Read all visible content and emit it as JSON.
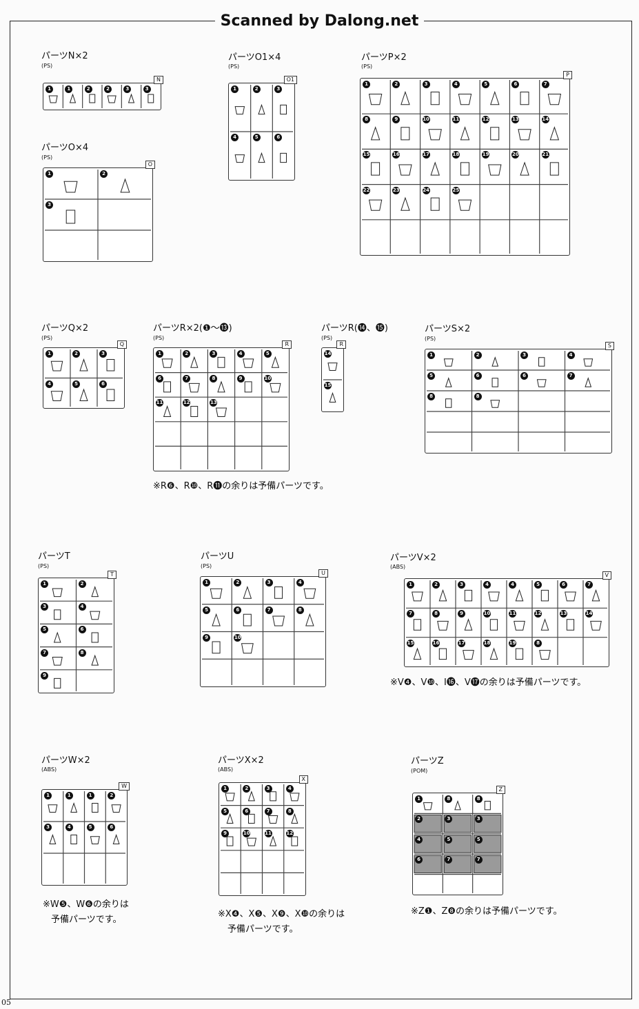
{
  "watermark": "Scanned by Dalong.net",
  "page_number": "05",
  "runners": [
    {
      "id": "N",
      "label": "パーツN×2",
      "material": "(PS)",
      "tag": "N",
      "parts": [
        "1",
        "1",
        "2",
        "2",
        "3",
        "3"
      ]
    },
    {
      "id": "O1",
      "label": "パーツO1×4",
      "material": "(PS)",
      "tag": "O1",
      "parts": [
        "1",
        "2",
        "3",
        "4",
        "5",
        "6"
      ]
    },
    {
      "id": "P",
      "label": "パーツP×2",
      "material": "(PS)",
      "tag": "P",
      "parts": [
        "1",
        "2",
        "3",
        "4",
        "5",
        "6",
        "7",
        "8",
        "9",
        "10",
        "11",
        "12",
        "13",
        "14",
        "15",
        "16",
        "17",
        "18",
        "19",
        "20",
        "21",
        "22",
        "23",
        "24",
        "25"
      ]
    },
    {
      "id": "O",
      "label": "パーツO×4",
      "material": "(PS)",
      "tag": "O",
      "parts": [
        "1",
        "2",
        "3"
      ]
    },
    {
      "id": "Q",
      "label": "パーツQ×2",
      "material": "(PS)",
      "tag": "Q",
      "parts": [
        "1",
        "2",
        "3",
        "4",
        "5",
        "6"
      ]
    },
    {
      "id": "R1",
      "label": "パーツR×2(❶～⓭)",
      "material": "(PS)",
      "tag": "R",
      "parts": [
        "1",
        "2",
        "3",
        "4",
        "5",
        "6",
        "7",
        "8",
        "9",
        "10",
        "11",
        "12",
        "13"
      ]
    },
    {
      "id": "R2",
      "label": "パーツR(⓮、⓯)",
      "material": "(PS)",
      "tag": "R",
      "parts": [
        "14",
        "15"
      ]
    },
    {
      "id": "S",
      "label": "パーツS×2",
      "material": "(PS)",
      "tag": "S",
      "parts": [
        "1",
        "2",
        "3",
        "4",
        "5",
        "6",
        "6",
        "7",
        "8",
        "8"
      ]
    },
    {
      "id": "T",
      "label": "パーツT",
      "material": "(PS)",
      "tag": "T",
      "parts": [
        "1",
        "2",
        "3",
        "4",
        "5",
        "6",
        "7",
        "8",
        "9"
      ]
    },
    {
      "id": "U",
      "label": "パーツU",
      "material": "(PS)",
      "tag": "U",
      "parts": [
        "1",
        "2",
        "3",
        "4",
        "5",
        "6",
        "7",
        "8",
        "9",
        "10"
      ]
    },
    {
      "id": "V",
      "label": "パーツV×2",
      "material": "(ABS)",
      "tag": "V",
      "parts": [
        "1",
        "2",
        "3",
        "4",
        "4",
        "5",
        "6",
        "7",
        "7",
        "8",
        "9",
        "10",
        "11",
        "12",
        "13",
        "14",
        "15",
        "16",
        "17",
        "18",
        "19",
        "8"
      ]
    },
    {
      "id": "W",
      "label": "パーツW×2",
      "material": "(ABS)",
      "tag": "W",
      "parts": [
        "1",
        "1",
        "1",
        "2",
        "3",
        "4",
        "5",
        "6"
      ]
    },
    {
      "id": "X",
      "label": "パーツX×2",
      "material": "(ABS)",
      "tag": "X",
      "parts": [
        "1",
        "2",
        "3",
        "4",
        "5",
        "6",
        "7",
        "8",
        "9",
        "10",
        "11",
        "12"
      ]
    },
    {
      "id": "Z",
      "label": "パーツZ",
      "material": "(POM)",
      "tag": "Z",
      "parts": [
        "1",
        "8",
        "8",
        "2",
        "3",
        "3",
        "4",
        "5",
        "5",
        "6",
        "7",
        "7"
      ]
    }
  ],
  "notes": {
    "R": "※R❻、R❿、R⓫の余りは予備パーツです。",
    "V": "※V❹、V❿、I⓰、V⓱の余りは予備パーツです。",
    "W1": "※W❺、W❻の余りは",
    "W2": "予備パーツです。",
    "X1": "※X❹、X❺、X❾、X❿の余りは",
    "X2": "予備パーツです。",
    "Z": "※Z❶、Z❽の余りは予備パーツです。"
  }
}
